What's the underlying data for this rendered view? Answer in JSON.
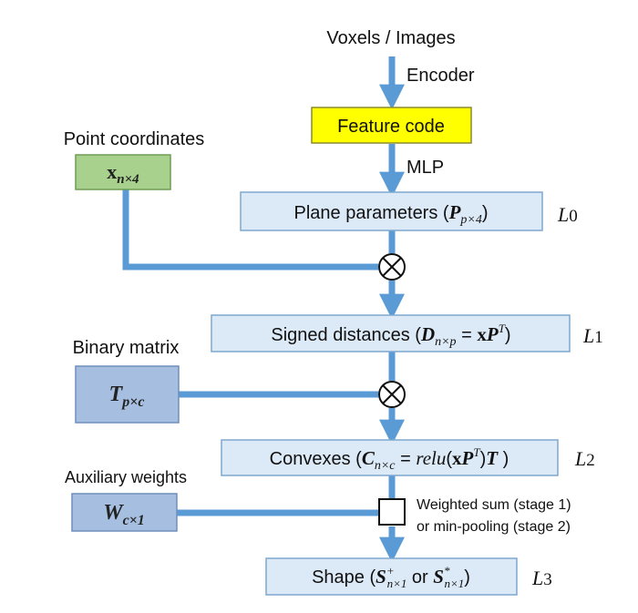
{
  "inputs": {
    "voxels_images": "Voxels / Images",
    "point_coordinates": "Point coordinates",
    "binary_matrix": "Binary matrix",
    "auxiliary_weights": "Auxiliary weights"
  },
  "edges": {
    "encoder": "Encoder",
    "mlp": "MLP"
  },
  "boxes": {
    "feature_code": "Feature code",
    "x_symbol": "x",
    "x_sub": "n×4",
    "t_symbol": "T",
    "t_sub": "p×c",
    "w_symbol": "W",
    "w_sub": "c×1",
    "plane_prefix": "Plane parameters (",
    "plane_P": "P",
    "plane_sub": "p×4",
    "plane_suffix": ")",
    "signed_prefix": "Signed distances (",
    "signed_D": "D",
    "signed_Dsub": "n×p",
    "signed_eq": " = ",
    "signed_x": "x",
    "signed_P": "P",
    "signed_T": "T",
    "signed_suffix": ")",
    "convex_prefix": "Convexes (",
    "convex_C": "C",
    "convex_Csub": "n×c",
    "convex_eq": " = ",
    "convex_relu": "relu",
    "convex_open": "(",
    "convex_x": "x",
    "convex_P": "P",
    "convex_Tsup": "T",
    "convex_close": ")",
    "convex_T": "T",
    "convex_suffix": " )",
    "shape_prefix": "Shape (",
    "shape_S1": "S",
    "shape_S1sup": "+",
    "shape_S1sub": "n×1",
    "shape_or": " or ",
    "shape_S2": "S",
    "shape_S2sup": "*",
    "shape_S2sub": "n×1",
    "shape_suffix": ")"
  },
  "losses": {
    "l0": "L",
    "l0_sub": "0",
    "l1": "L",
    "l1_sub": "1",
    "l2": "L",
    "l2_sub": "2",
    "l3": "L",
    "l3_sub": "3"
  },
  "notes": {
    "weighted_sum": "Weighted sum (stage 1)",
    "min_pooling": "or min-pooling (stage 2)"
  },
  "colors": {
    "arrow": "#5b9bd5",
    "box_light": "#dce9f6",
    "box_border": "#7fa7cf",
    "dark_box": "#a6bfe0",
    "feature": "#ffff00",
    "point_box": "#a9d18e"
  }
}
